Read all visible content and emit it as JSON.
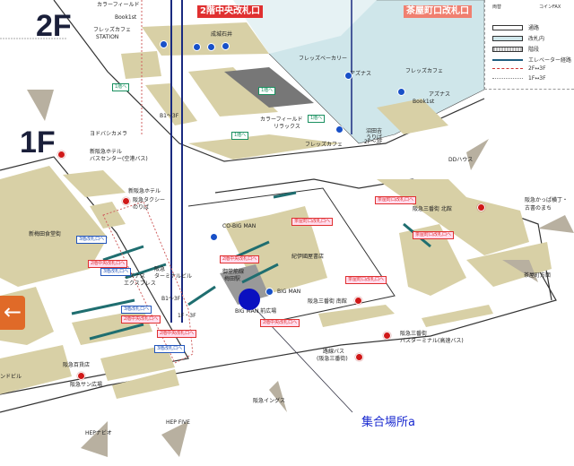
{
  "floors": {
    "upper": "2F",
    "lower": "1F"
  },
  "gates": {
    "central": "2階中央改札口",
    "chayamachi": "茶屋町口改札口"
  },
  "legend": {
    "icons": [
      "両替",
      "コインFAX"
    ],
    "items": [
      "通路",
      "改札内",
      "階段",
      "エレベーター経路",
      "2F↔3F",
      "1F↔3F"
    ]
  },
  "labels_2f": [
    "カラーフィールド",
    "Book1st",
    "フレッズカフェ",
    "STATION",
    "成城石井",
    "フレッズベーカリー",
    "アズナス",
    "フレッズカフェ",
    "アズナス",
    "Book1st",
    "カラーフィールド",
    "リラックス",
    "沼田吉",
    "うりば",
    "フレッズカフェ",
    "2F〜3F",
    "B1〜3F",
    "ヨドバシカメラ"
  ],
  "labels_1f": [
    "新阪急ホテル",
    "バスセンター(空港バス)",
    "新阪急ホテル",
    "阪急タクシー",
    "のりば",
    "新梅田食堂街",
    "CO-BIG MAN",
    "紀伊國屋書店",
    "御堂筋線",
    "梅田駅",
    "BIG MAN",
    "BIG MAN 前広場",
    "阪急三番街 南館",
    "阪急三番街 北館",
    "阪急かっぱ横丁・",
    "古書のまち",
    "茶屋町方面",
    "DDハウス",
    "阪急",
    "ターミナルビル",
    "アズナス",
    "エクスプレス",
    "B1〜3F",
    "1F・3F",
    "阪急三番街",
    "バスターミナル(高速バス)",
    "路線バス",
    "(阪急三番街)",
    "阪急百貨店",
    "阪急サン広場",
    "ンドビル",
    "阪急イングス",
    "HEP FIVE",
    "HEPナビオ"
  ],
  "directions": {
    "to_2f_central": "2階中央改札口へ",
    "to_3f": "3階改札口へ",
    "to_chayamachi": "茶屋町口改札口へ",
    "to_1f": "1階へ"
  },
  "meeting_point": "集合場所a",
  "back_button": "←",
  "colors": {
    "building": "#d8d0a6",
    "gate_area": "#cfe6ea",
    "marker": "#0a10c0",
    "gate_red": "#e03030"
  }
}
